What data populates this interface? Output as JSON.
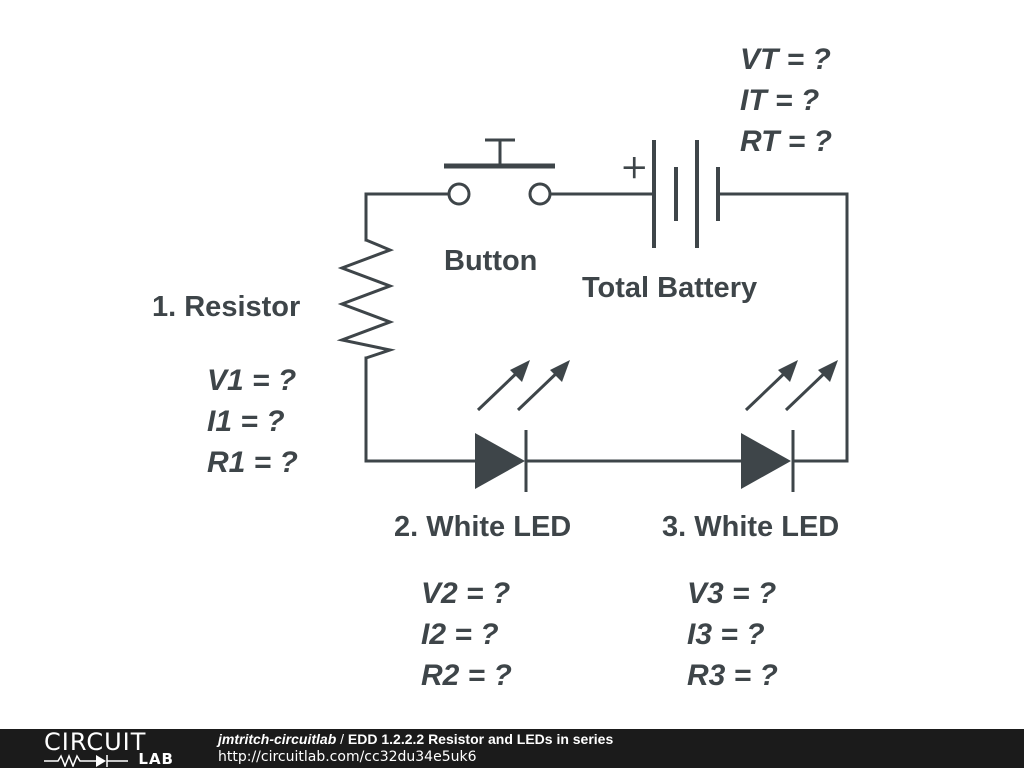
{
  "labels": {
    "button": "Button",
    "battery": "Total Battery",
    "resistor": "1. Resistor",
    "led2": "2. White LED",
    "led3": "3. White LED",
    "plus": "+"
  },
  "quantities": {
    "total": [
      "VT = ?",
      "IT = ?",
      "RT = ?"
    ],
    "resistor": [
      "V1 = ?",
      "I1 = ?",
      "R1 = ?"
    ],
    "led2": [
      "V2 = ?",
      "I2 = ?",
      "R2 = ?"
    ],
    "led3": [
      "V3 = ?",
      "I3 = ?",
      "R3 = ?"
    ]
  },
  "footer": {
    "logo_top": "CIRCUIT",
    "logo_bottom": "LAB",
    "author": "jmtritch-circuitlab",
    "separator": " / ",
    "title": "EDD 1.2.2.2 Resistor and LEDs in series",
    "url": "http://circuitlab.com/cc32du34e5uk6"
  },
  "colors": {
    "ink": "#3e4549",
    "footer_bg": "#1b1b1b",
    "footer_text": "#ffffff"
  }
}
